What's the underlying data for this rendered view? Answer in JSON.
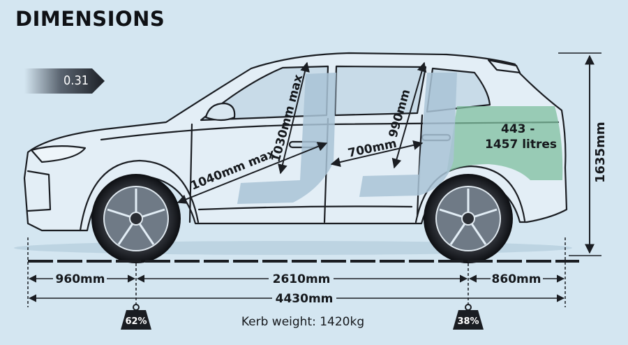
{
  "title": "DIMENSIONS",
  "drag_coefficient": "0.31",
  "measurements": {
    "front_headroom": "1030mm max",
    "front_legroom": "1040mm max",
    "rear_headroom": "990mm",
    "rear_legroom": "700mm",
    "boot_capacity_line1": "443 -",
    "boot_capacity_line2": "1457 litres",
    "height": "1635mm",
    "front_overhang": "960mm",
    "wheelbase": "2610mm",
    "rear_overhang": "860mm",
    "length": "4430mm"
  },
  "weight_distribution": {
    "front": "62%",
    "rear": "38%"
  },
  "kerb_weight": "Kerb weight: 1420kg",
  "colors": {
    "background": "#d4e6f1",
    "boot_area": "#7fbf9f",
    "seat": "#a9c3d6",
    "outline": "#1a1d22"
  }
}
